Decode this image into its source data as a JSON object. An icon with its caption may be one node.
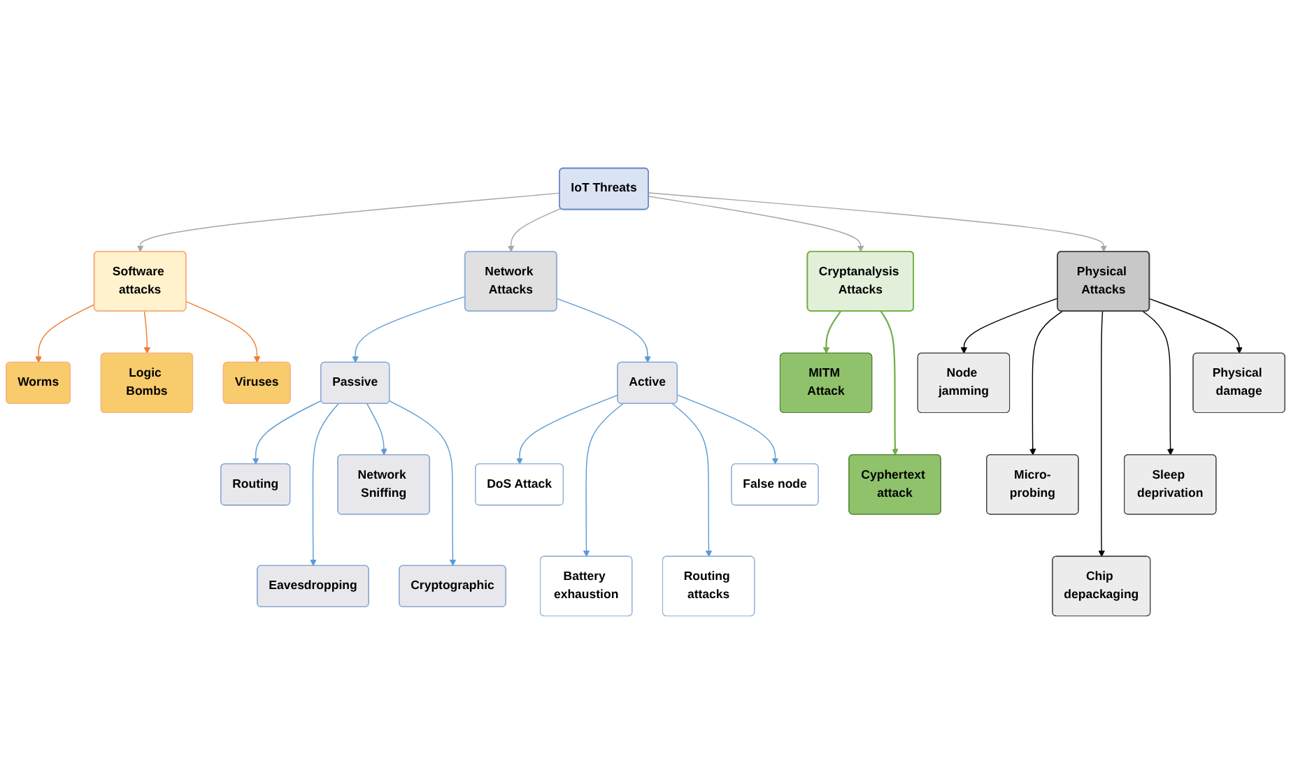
{
  "diagram": {
    "nodes": [
      {
        "text": [
          "IoT Threats"
        ]
      },
      {
        "text": [
          "Software attacks"
        ]
      },
      {
        "text": [
          "Network Attacks"
        ]
      },
      {
        "text": [
          "Cryptanalysis Attacks"
        ]
      },
      {
        "text": [
          "Physical Attacks"
        ]
      },
      {
        "text": [
          "Worms"
        ]
      },
      {
        "text": [
          "Viruses"
        ]
      },
      {
        "text": [
          "Logic Bombs"
        ]
      },
      {
        "text": [
          "Active"
        ]
      },
      {
        "text": [
          "Passive"
        ]
      },
      {
        "text": [
          "MITM Attack"
        ]
      },
      {
        "text": [
          "Cyphertext attack"
        ]
      },
      {
        "text": [
          "Node jamming"
        ]
      },
      {
        "text": [
          "Physical damage"
        ]
      },
      {
        "text": [
          "DoS Attack"
        ]
      },
      {
        "text": [
          "False node"
        ]
      },
      {
        "text": [
          "Micro-probing"
        ]
      },
      {
        "text": [
          "Sleep deprivation"
        ]
      },
      {
        "text": [
          "Routing"
        ]
      },
      {
        "text": [
          "Network Sniffing"
        ]
      },
      {
        "text": [
          "Battery exhaustion"
        ]
      },
      {
        "text": [
          "Routing attacks"
        ]
      },
      {
        "text": [
          "Chip depackaging"
        ]
      },
      {
        "text": [
          "Eavesdropping"
        ]
      },
      {
        "text": [
          "Cryptographic"
        ]
      }
    ],
    "edges": [
      {
        "from": 0,
        "to": 1,
        "arrow": "to",
        "color": "#a6a6a6"
      },
      {
        "from": 0,
        "to": 2,
        "arrow": "to",
        "color": "#a6a6a6"
      },
      {
        "from": 0,
        "to": 3,
        "arrow": "to",
        "color": "#a6a6a6"
      },
      {
        "from": 0,
        "to": 4,
        "arrow": "to",
        "color": "#a6a6a6"
      },
      {
        "from": 1,
        "to": 5,
        "arrow": "to",
        "color": "#ed7d31"
      },
      {
        "from": 1,
        "to": 7,
        "arrow": "to",
        "color": "#ed7d31"
      },
      {
        "from": 1,
        "to": 6,
        "arrow": "to",
        "color": "#ed7d31"
      },
      {
        "from": 2,
        "to": 9,
        "arrow": "to"
      },
      {
        "from": 2,
        "to": 8,
        "arrow": "to"
      },
      {
        "from": 3,
        "to": 10,
        "arrow": "to",
        "color": "#70ad47"
      },
      {
        "from": 3,
        "to": 11,
        "arrow": "to",
        "color": "#70ad47"
      },
      {
        "from": 4,
        "to": 12,
        "arrow": "to",
        "color": "#000000"
      },
      {
        "from": 4,
        "to": 16,
        "arrow": "to",
        "color": "#000000"
      },
      {
        "from": 4,
        "to": 22,
        "arrow": "to",
        "color": "#000000"
      },
      {
        "from": 4,
        "to": 17,
        "arrow": "to",
        "color": "#000000"
      },
      {
        "from": 4,
        "to": 13,
        "arrow": "to",
        "color": "#000000"
      },
      {
        "from": 8,
        "to": 14,
        "arrow": "to"
      },
      {
        "from": 8,
        "to": 20,
        "arrow": "to"
      },
      {
        "from": 8,
        "to": 21,
        "arrow": "to"
      },
      {
        "from": 8,
        "to": 15,
        "arrow": "to"
      },
      {
        "from": 9,
        "to": 18,
        "arrow": "to"
      },
      {
        "from": 9,
        "to": 23,
        "arrow": "to"
      },
      {
        "from": 9,
        "to": 19,
        "arrow": "to"
      },
      {
        "from": 9,
        "to": 24,
        "arrow": "to"
      }
    ]
  }
}
